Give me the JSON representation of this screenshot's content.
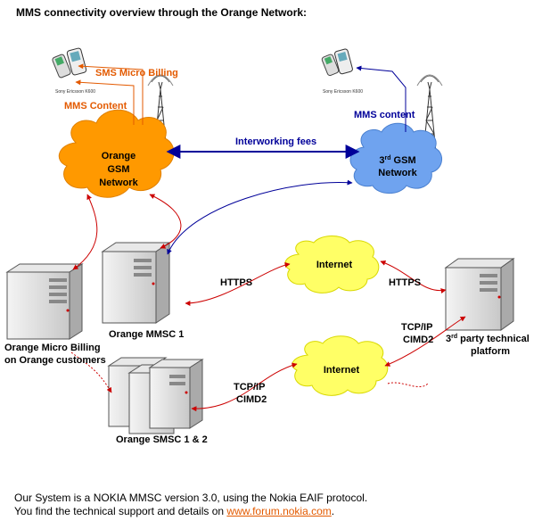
{
  "title": "MMS connectivity overview through the Orange Network:",
  "labels": {
    "sms_micro_billing": "SMS Micro Billing",
    "mms_content_left": "MMS Content",
    "mms_content_right": "MMS content",
    "interworking_fees": "Interworking fees",
    "orange_net_1": "Orange",
    "orange_net_2": "GSM",
    "orange_net_3": "Network",
    "third_net_sup": "rd",
    "third_net_1a": "3",
    "third_net_1b": " GSM",
    "third_net_2": "Network",
    "internet_top": "Internet",
    "internet_bottom": "Internet",
    "https_left": "HTTPS",
    "https_right": "HTTPS",
    "tcpip_right": "TCP/IP",
    "cimd2_right": "CIMD2",
    "tcpip_left": "TCP/IP",
    "cimd2_left": "CIMD2",
    "orange_mmsc": "Orange MMSC 1",
    "micro_billing_1": "Orange Micro Billing",
    "micro_billing_2": "on Orange customers",
    "third_party_1a": "3",
    "third_party_sup": "rd",
    "third_party_1b": " party technical",
    "third_party_2": "platform",
    "orange_smsc": "Orange SMSC 1 & 2",
    "phone_brand_left": "Sony Ericsson K600",
    "phone_brand_right": "Sony Ericsson K600"
  },
  "footer": {
    "line1": "Our System is a NOKIA MMSC version 3.0, using the Nokia EAIF protocol.",
    "line2_prefix": "You find the technical support and details on ",
    "link": "www.forum.nokia.com",
    "line2_suffix": "."
  },
  "colors": {
    "orange": "#ff9900",
    "orange_text": "#e35a00",
    "blue_cloud": "#6fa3ef",
    "navy": "#000099",
    "yellow_cloud": "#ffff66",
    "red_link": "#cc0000"
  }
}
